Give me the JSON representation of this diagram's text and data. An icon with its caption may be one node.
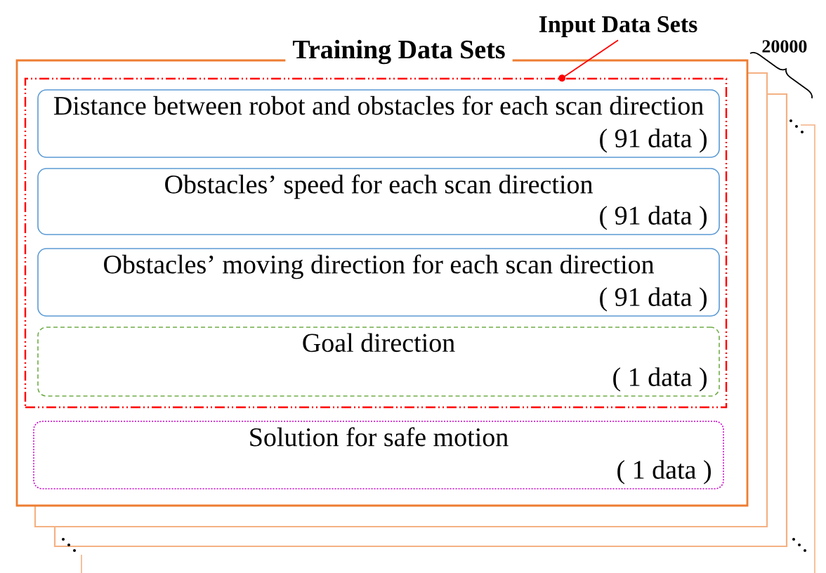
{
  "diagram": {
    "nodes": [
      {
        "text": [
          "Training Data Sets"
        ]
      },
      {
        "text": [
          "Input Data Sets"
        ]
      },
      {
        "text": [],
        "shape": "box",
        "in": 0
      },
      {
        "text": [
          "Distance between robot and obstacles for each scan direction",
          "( 91 data )"
        ],
        "in": 2
      },
      {
        "text": [
          "Obstacles’ speed for each scan direction",
          "( 91 data )"
        ],
        "in": 2
      },
      {
        "text": [
          "Obstacles’ moving direction for each scan direction",
          "( 91 data )"
        ],
        "in": 2
      },
      {
        "text": [
          "Goal direction",
          "( 1 data )"
        ],
        "in": 2
      },
      {
        "text": [
          "Solution for safe motion",
          "( 1 data )"
        ],
        "in": 0
      }
    ],
    "edges": [
      {
        "from": 1,
        "to": 2,
        "arrow": "to",
        "color": "#ff0000"
      }
    ],
    "labels": [
      "20000"
    ]
  }
}
